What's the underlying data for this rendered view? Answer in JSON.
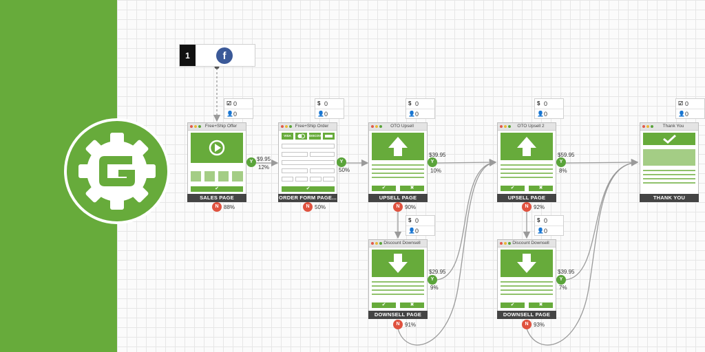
{
  "source": {
    "number": "1",
    "icon": "facebook-icon",
    "icon_glyph": "f"
  },
  "cards": [
    {
      "id": "sales",
      "header": "Free+Ship Offer",
      "footer": "SALES PAGE",
      "yes": "Y",
      "no": "N",
      "yes_price": "$9.95",
      "yes_pct": "12%",
      "no_pct": "88%",
      "stats": {
        "icon": "check",
        "value": "0",
        "visitors": "0"
      }
    },
    {
      "id": "order",
      "header": "Free+Ship Order",
      "footer": "ORDER FORM PAGE...",
      "yes": "Y",
      "no": "N",
      "yes_price": "",
      "yes_pct": "50%",
      "no_pct": "50%",
      "stats": {
        "icon": "$",
        "value": "0",
        "visitors": "0"
      },
      "card_logos": [
        "VISA",
        "",
        "DISCOVER",
        ""
      ]
    },
    {
      "id": "oto1",
      "header": "OTO Upsell",
      "footer": "UPSELL PAGE",
      "yes": "Y",
      "no": "N",
      "yes_price": "$39.95",
      "yes_pct": "10%",
      "no_pct": "90%",
      "stats": {
        "icon": "$",
        "value": "0",
        "visitors": "0"
      }
    },
    {
      "id": "down1",
      "header": "Discount Downsell",
      "footer": "DOWNSELL PAGE",
      "yes": "Y",
      "no": "N",
      "yes_price": "$29.95",
      "yes_pct": "9%",
      "no_pct": "91%",
      "stats": {
        "icon": "$",
        "value": "0",
        "visitors": "0"
      }
    },
    {
      "id": "oto2",
      "header": "OTO Upsell 2",
      "footer": "UPSELL PAGE",
      "yes": "Y",
      "no": "N",
      "yes_price": "$59.95",
      "yes_pct": "8%",
      "no_pct": "92%",
      "stats": {
        "icon": "$",
        "value": "0",
        "visitors": "0"
      }
    },
    {
      "id": "down2",
      "header": "Discount Downsell",
      "footer": "DOWNSELL PAGE",
      "yes": "Y",
      "no": "N",
      "yes_price": "$39.95",
      "yes_pct": "7%",
      "no_pct": "93%",
      "stats": {
        "icon": "$",
        "value": "0",
        "visitors": "0"
      }
    },
    {
      "id": "thanks",
      "header": "Thank You",
      "footer": "THANK YOU",
      "stats": {
        "icon": "check",
        "value": "0",
        "visitors": "0"
      }
    }
  ],
  "colors": {
    "brand_green": "#67ab3b",
    "yes": "#5aa43a",
    "no": "#e0523f",
    "footer": "#444444",
    "facebook": "#3b5998"
  }
}
